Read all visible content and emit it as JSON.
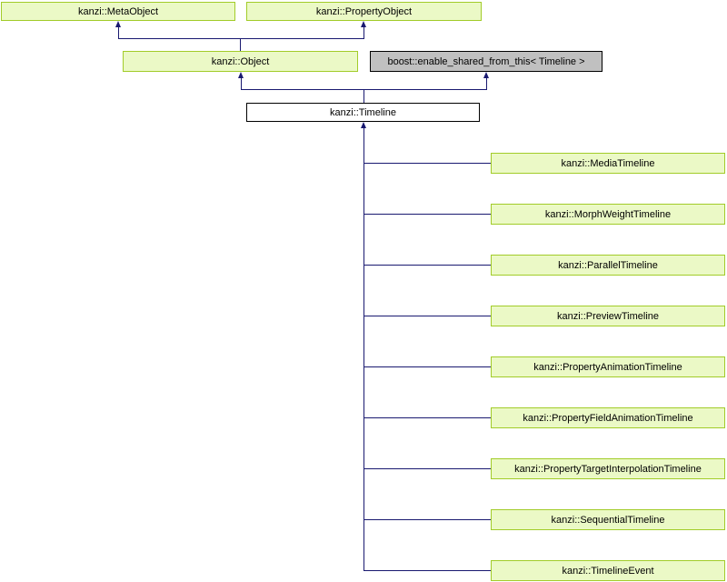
{
  "diagram": {
    "type": "class-inheritance-graph",
    "colors": {
      "node_fill_green": "#EBF9C6",
      "node_border_green": "#A2CC29",
      "node_fill_gray": "#C0C0C0",
      "node_fill_white": "#FFFFFF",
      "node_border_dark": "#000000",
      "edge_color": "#191970",
      "text_color": "#000000",
      "background": "#FFFFFF"
    },
    "nodes": [
      {
        "id": "kanzi-metaobject",
        "label": "kanzi::MetaObject",
        "style": "green"
      },
      {
        "id": "kanzi-propertyobject",
        "label": "kanzi::PropertyObject",
        "style": "green"
      },
      {
        "id": "kanzi-object",
        "label": "kanzi::Object",
        "style": "green"
      },
      {
        "id": "boost-enable-shared-from-this",
        "label": "boost::enable_shared_from_this< Timeline >",
        "style": "gray"
      },
      {
        "id": "kanzi-timeline",
        "label": "kanzi::Timeline",
        "style": "white"
      },
      {
        "id": "kanzi-mediatimeline",
        "label": "kanzi::MediaTimeline",
        "style": "green"
      },
      {
        "id": "kanzi-morphweighttimeline",
        "label": "kanzi::MorphWeightTimeline",
        "style": "green"
      },
      {
        "id": "kanzi-paralleltimeline",
        "label": "kanzi::ParallelTimeline",
        "style": "green"
      },
      {
        "id": "kanzi-previewtimeline",
        "label": "kanzi::PreviewTimeline",
        "style": "green"
      },
      {
        "id": "kanzi-propertyanimationtimeline",
        "label": "kanzi::PropertyAnimationTimeline",
        "style": "green"
      },
      {
        "id": "kanzi-propertyfieldanimationtimeline",
        "label": "kanzi::PropertyFieldAnimationTimeline",
        "style": "green"
      },
      {
        "id": "kanzi-propertytargetinterpolationtimeline",
        "label": "kanzi::PropertyTargetInterpolationTimeline",
        "style": "green"
      },
      {
        "id": "kanzi-sequentialtimeline",
        "label": "kanzi::SequentialTimeline",
        "style": "green"
      },
      {
        "id": "kanzi-timelineevent",
        "label": "kanzi::TimelineEvent",
        "style": "green"
      }
    ],
    "edges": [
      {
        "from": "kanzi::Object",
        "to": "kanzi::MetaObject"
      },
      {
        "from": "kanzi::Object",
        "to": "kanzi::PropertyObject"
      },
      {
        "from": "kanzi::Timeline",
        "to": "kanzi::Object"
      },
      {
        "from": "kanzi::Timeline",
        "to": "boost::enable_shared_from_this< Timeline >"
      },
      {
        "from": "kanzi::MediaTimeline",
        "to": "kanzi::Timeline"
      },
      {
        "from": "kanzi::MorphWeightTimeline",
        "to": "kanzi::Timeline"
      },
      {
        "from": "kanzi::ParallelTimeline",
        "to": "kanzi::Timeline"
      },
      {
        "from": "kanzi::PreviewTimeline",
        "to": "kanzi::Timeline"
      },
      {
        "from": "kanzi::PropertyAnimationTimeline",
        "to": "kanzi::Timeline"
      },
      {
        "from": "kanzi::PropertyFieldAnimationTimeline",
        "to": "kanzi::Timeline"
      },
      {
        "from": "kanzi::PropertyTargetInterpolationTimeline",
        "to": "kanzi::Timeline"
      },
      {
        "from": "kanzi::SequentialTimeline",
        "to": "kanzi::Timeline"
      },
      {
        "from": "kanzi::TimelineEvent",
        "to": "kanzi::Timeline"
      }
    ]
  }
}
